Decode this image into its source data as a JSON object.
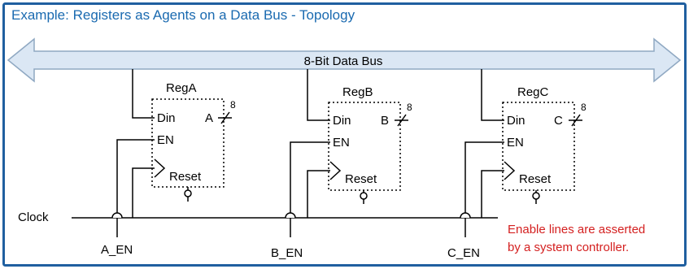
{
  "title": "Example: Registers as Agents on a Data Bus - Topology",
  "bus": {
    "label": "8-Bit Data Bus",
    "width_label": "8"
  },
  "clock_label": "Clock",
  "registers": [
    {
      "name": "RegA",
      "out_port": "A",
      "din": "Din",
      "en": "EN",
      "reset": "Reset",
      "enable_signal": "A_EN"
    },
    {
      "name": "RegB",
      "out_port": "B",
      "din": "Din",
      "en": "EN",
      "reset": "Reset",
      "enable_signal": "B_EN"
    },
    {
      "name": "RegC",
      "out_port": "C",
      "din": "Din",
      "en": "EN",
      "reset": "Reset",
      "enable_signal": "C_EN"
    }
  ],
  "note": {
    "line1": "Enable lines are asserted",
    "line2": "by a system controller."
  },
  "colors": {
    "frame_border": "#1f5fa0",
    "title": "#1a6ab0",
    "bus_fill": "#dbe7f4",
    "bus_stroke": "#8fa8c2",
    "note": "#d42020",
    "wire": "#000000"
  }
}
